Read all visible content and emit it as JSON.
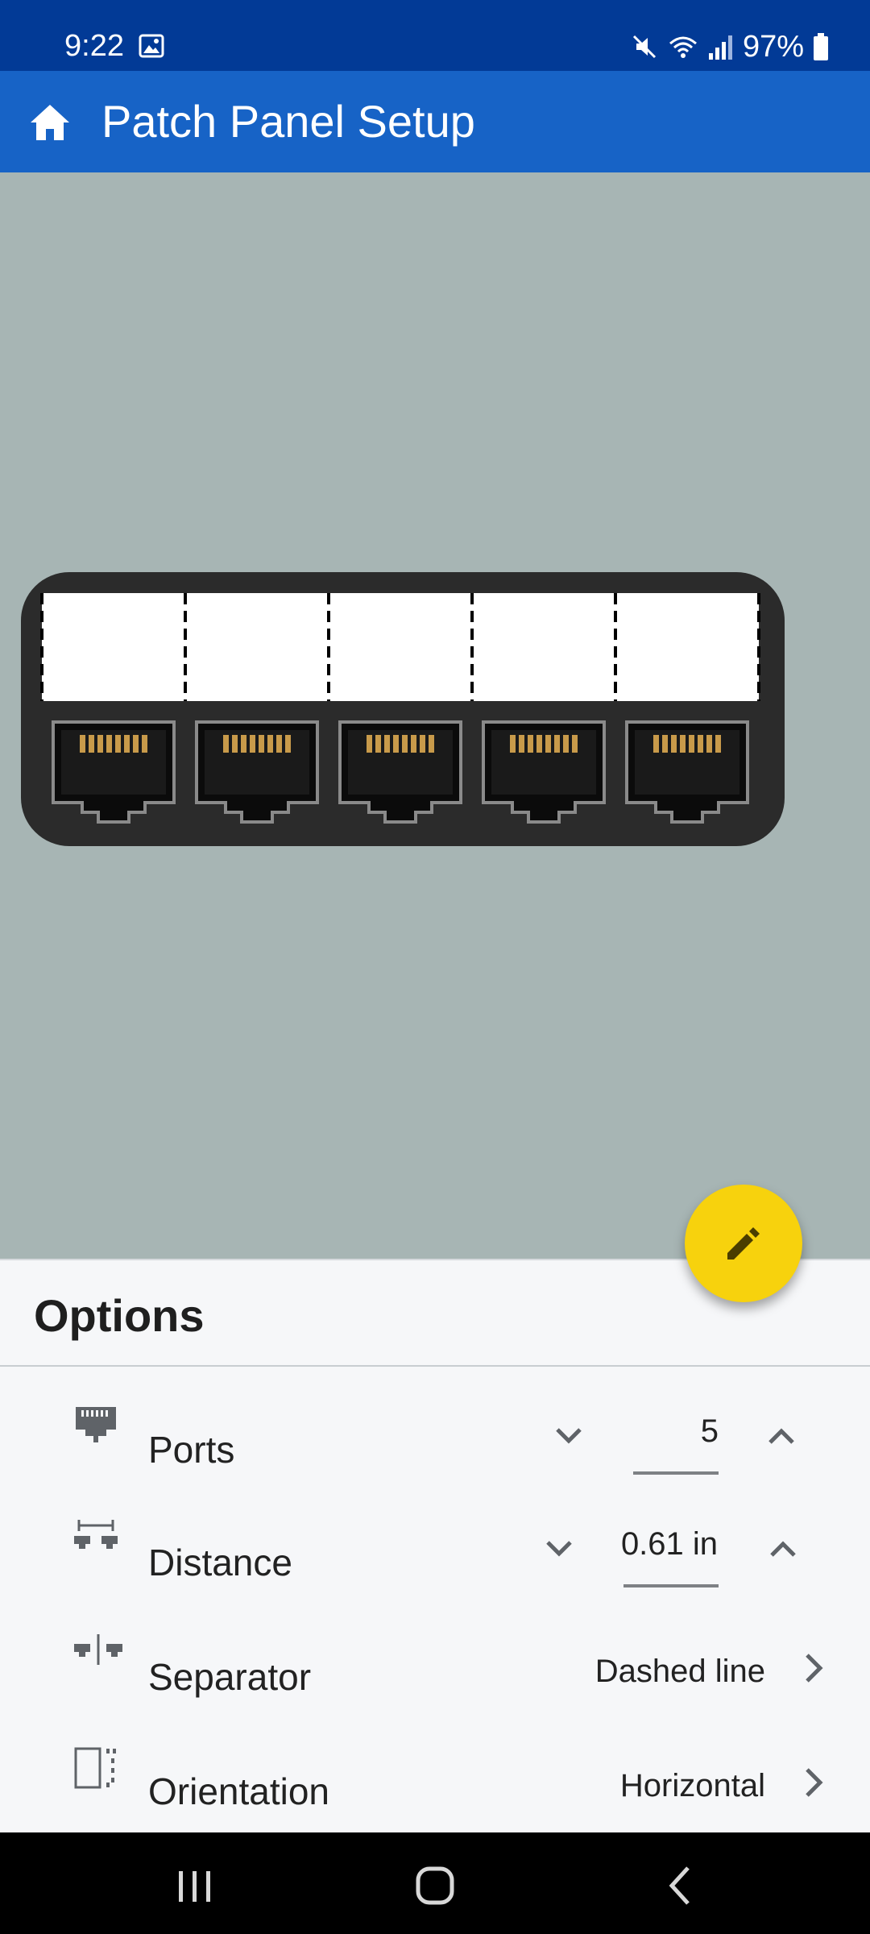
{
  "status_bar": {
    "time": "9:22",
    "battery": "97%",
    "icons": [
      "gallery-icon",
      "mute-icon",
      "wifi-icon",
      "signal-icon",
      "battery-icon"
    ]
  },
  "app_bar": {
    "title": "Patch Panel Setup",
    "icon": "home-icon"
  },
  "panel": {
    "ports": 5,
    "separator_style": "dashed",
    "body_color": "#2b2b2b",
    "label_color": "#ffffff",
    "pin_color": "#c89a4a"
  },
  "fab": {
    "icon": "pencil-icon",
    "color": "#f7d20d"
  },
  "options": {
    "title": "Options",
    "ports": {
      "label": "Ports",
      "value": "5",
      "icon": "ethernet-port-icon"
    },
    "distance": {
      "label": "Distance",
      "value": "0.61 in",
      "icon": "distance-icon"
    },
    "separator": {
      "label": "Separator",
      "value": "Dashed line",
      "icon": "separator-icon"
    },
    "orientation": {
      "label": "Orientation",
      "value": "Horizontal",
      "icon": "orientation-icon"
    }
  },
  "nav_bar": {
    "buttons": [
      "recents-icon",
      "home-circle-icon",
      "back-icon"
    ]
  }
}
